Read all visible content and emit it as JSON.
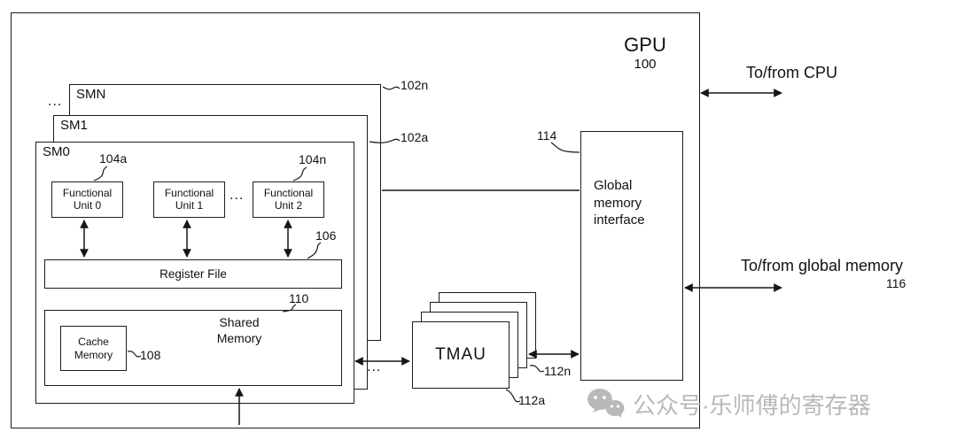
{
  "gpu": {
    "label": "GPU",
    "ref": "100"
  },
  "sms": {
    "smn_label": "SMN",
    "sm1_label": "SM1",
    "sm0_label": "SM0",
    "stack_ellipsis": "...",
    "ref_102n": "102n",
    "ref_102a": "102a"
  },
  "functional_units": {
    "fu0": "Functional Unit 0",
    "fu1": "Functional Unit 1",
    "fu2": "Functional Unit 2",
    "ellipsis": "...",
    "ref_104a": "104a",
    "ref_104n": "104n"
  },
  "register_file": {
    "label": "Register File",
    "ref": "106"
  },
  "shared_memory": {
    "label": "Shared Memory",
    "ref": "110"
  },
  "cache_memory": {
    "label": "Cache Memory",
    "ref": "108"
  },
  "tmau": {
    "label": "TMAU",
    "ref_112a": "112a",
    "ref_112n": "112n",
    "ellipsis": "..."
  },
  "gmi": {
    "label": "Global memory interface",
    "ref": "114"
  },
  "external": {
    "cpu_label": "To/from CPU",
    "global_memory_label": "To/from global memory",
    "global_memory_ref": "116"
  },
  "watermark": {
    "text": "公众号·乐师傅的寄存器"
  }
}
